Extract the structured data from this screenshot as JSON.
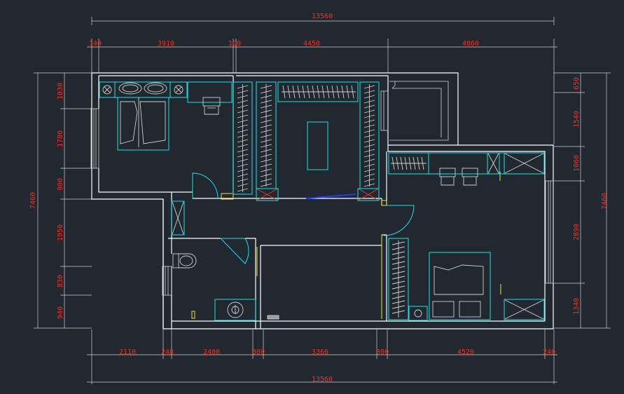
{
  "colors": {
    "background": "#212830",
    "dimension_text": "#ff2a1a",
    "walls": "#ffffff",
    "furniture": "#19e3e8",
    "accent_yellow": "#f2e23a",
    "accent_blue": "#1e3cff"
  },
  "dimensions": {
    "top_total": "13560",
    "top_segments": [
      "340",
      "3910",
      "100",
      "4450",
      "4860"
    ],
    "bottom_segments": [
      "2110",
      "240",
      "2400",
      "300",
      "3360",
      "300",
      "4520",
      "240"
    ],
    "bottom_total": "13560",
    "left_total": "7460",
    "left_segments": [
      "1030",
      "1780",
      "900",
      "1950",
      "830",
      "940"
    ],
    "right_total": "7460",
    "right_segments": [
      "650",
      "1540",
      "1060",
      "2890",
      "1340"
    ]
  }
}
